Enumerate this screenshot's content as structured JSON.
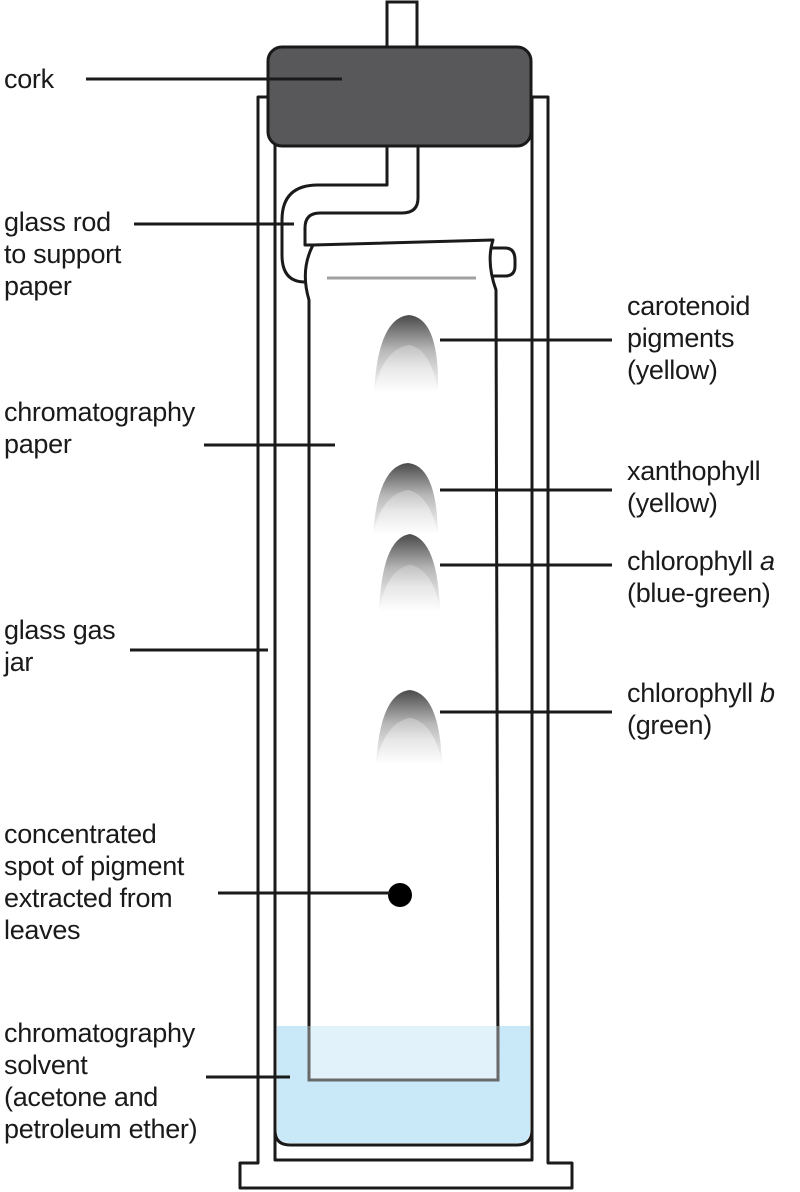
{
  "labels": {
    "cork": "cork",
    "glass_rod": [
      "glass rod",
      "to support",
      "paper"
    ],
    "chromatography_paper": [
      "chromatography",
      "paper"
    ],
    "glass_gas_jar": [
      "glass gas",
      "jar"
    ],
    "pigment_spot": [
      "concentrated",
      "spot of pigment",
      "extracted from",
      "leaves"
    ],
    "solvent": [
      "chromatography",
      "solvent",
      "(acetone and",
      "petroleum ether)"
    ],
    "carotenoid": [
      "carotenoid",
      "pigments",
      "(yellow)"
    ],
    "xanthophyll": [
      "xanthophyll",
      "(yellow)"
    ],
    "chlorophyll_a": {
      "name": "chlorophyll",
      "letter": "a",
      "color": "(blue-green)"
    },
    "chlorophyll_b": {
      "name": "chlorophyll",
      "letter": "b",
      "color": "(green)"
    }
  },
  "colors": {
    "cork": "#58585a",
    "outline": "#1a1a1a",
    "solvent": "#c9e8f8",
    "solvent_line": "#2a2a2a",
    "pigment_dark": "#5a5a5a",
    "spot": "#000000"
  }
}
